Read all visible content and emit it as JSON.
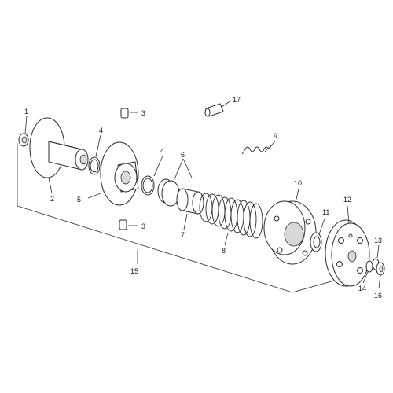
{
  "diagram": {
    "callouts": [
      {
        "id": "c1",
        "text": "1"
      },
      {
        "id": "c2",
        "text": "2"
      },
      {
        "id": "c3a",
        "text": "3"
      },
      {
        "id": "c3b",
        "text": "3"
      },
      {
        "id": "c4a",
        "text": "4"
      },
      {
        "id": "c4b",
        "text": "4"
      },
      {
        "id": "c5",
        "text": "5"
      },
      {
        "id": "c6",
        "text": "6"
      },
      {
        "id": "c7",
        "text": "7"
      },
      {
        "id": "c8",
        "text": "8"
      },
      {
        "id": "c9",
        "text": "9"
      },
      {
        "id": "c10",
        "text": "10"
      },
      {
        "id": "c11",
        "text": "11"
      },
      {
        "id": "c12",
        "text": "12"
      },
      {
        "id": "c13",
        "text": "13"
      },
      {
        "id": "c14",
        "text": "14"
      },
      {
        "id": "c15",
        "text": "15"
      },
      {
        "id": "c16",
        "text": "16"
      },
      {
        "id": "c17",
        "text": "17"
      }
    ]
  }
}
